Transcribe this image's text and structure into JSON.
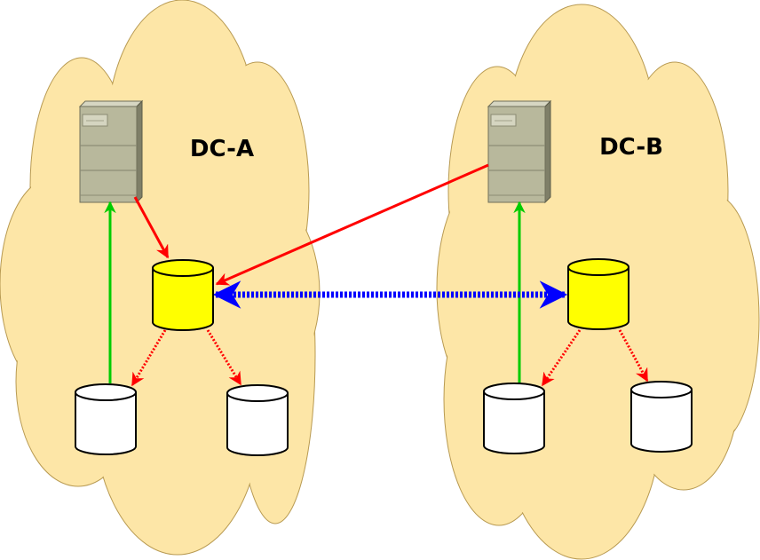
{
  "diagram": {
    "datacenters": [
      {
        "id": "a",
        "label": "DC-A"
      },
      {
        "id": "b",
        "label": "DC-B"
      }
    ],
    "colors": {
      "cloud_fill": "#fde6a7",
      "cloud_stroke": "#b89a52",
      "primary_db": "#ffff00",
      "replica_db": "#ffffff",
      "server_body": "#b8b89c",
      "green_arrow": "#00cc00",
      "red_arrow": "#ff0000",
      "blue_link": "#0000ff"
    },
    "icons": {
      "server": "server-icon",
      "primary_database": "database-cylinder-icon",
      "replica_database": "database-cylinder-icon"
    }
  }
}
